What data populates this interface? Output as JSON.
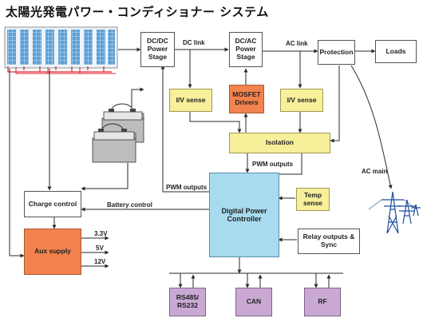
{
  "title": "太陽光発電パワー・コンディショナー システム",
  "blocks": {
    "dcdc": "DC/DC\nPower\nStage",
    "dcac": "DC/AC\nPower\nStage",
    "protection": "Protection",
    "loads": "Loads",
    "iv_sense_1": "I/V sense",
    "mosfet": "MOSFET\nDrivers",
    "iv_sense_2": "I/V sense",
    "isolation": "Isolation",
    "dpc": "Digital Power\nController",
    "temp": "Temp\nsense",
    "charge": "Charge control",
    "aux": "Aux supply",
    "relay": "Relay outputs &\nSync",
    "rs485": "RS485/\nRS232",
    "can": "CAN",
    "rf": "RF"
  },
  "labels": {
    "dc_link": "DC link",
    "ac_link": "AC link",
    "pwm_outputs_top": "PWM outputs",
    "pwm_outputs_left": "PWM outputs",
    "battery_control": "Battery control",
    "ac_main": "AC main",
    "v33": "3.3V",
    "v5": "5V",
    "v12": "12V"
  },
  "colors": {
    "line": "#2a2a2a",
    "sense_fill": "#f7ef9a",
    "mosfet_fill": "#f2834e",
    "controller_fill": "#a8dbef",
    "comm_fill": "#c9a9d4",
    "panel_fill": "#6aa8d8"
  },
  "icons": [
    "solar-panel-icon",
    "battery-icon",
    "power-tower-icon"
  ]
}
